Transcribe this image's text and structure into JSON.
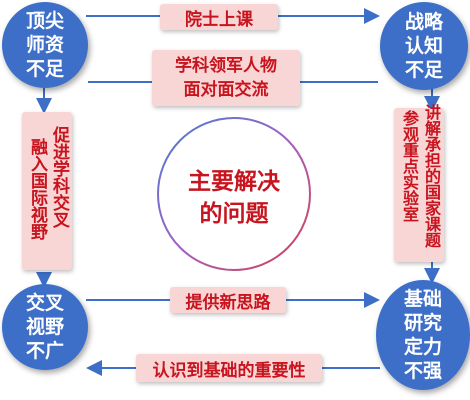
{
  "nodes": {
    "top_left": "顶尖\n师资\n不足",
    "top_right": "战略\n认知\n不足",
    "bottom_left": "交叉\n视野\n不广",
    "bottom_right": "基础\n研究\n定力\n不强"
  },
  "center": "主要解决\n的问题",
  "labels": {
    "top_arrow": "院士上课",
    "top_middle": "学科领军人物\n面对面交流",
    "left_col1": "促进学科交叉",
    "left_col2": "融入国际视野",
    "right_col1": "讲解承担的国家课题",
    "right_col2": "参观重点实验室",
    "bottom_arrow": "提供新思路",
    "bottom_lower": "认识到基础的重要性"
  },
  "colors": {
    "node_fill": "#3d6fc8",
    "label_fill": "#f8d6d6",
    "label_text": "#c8141e",
    "arrow": "#3d6fc8"
  }
}
